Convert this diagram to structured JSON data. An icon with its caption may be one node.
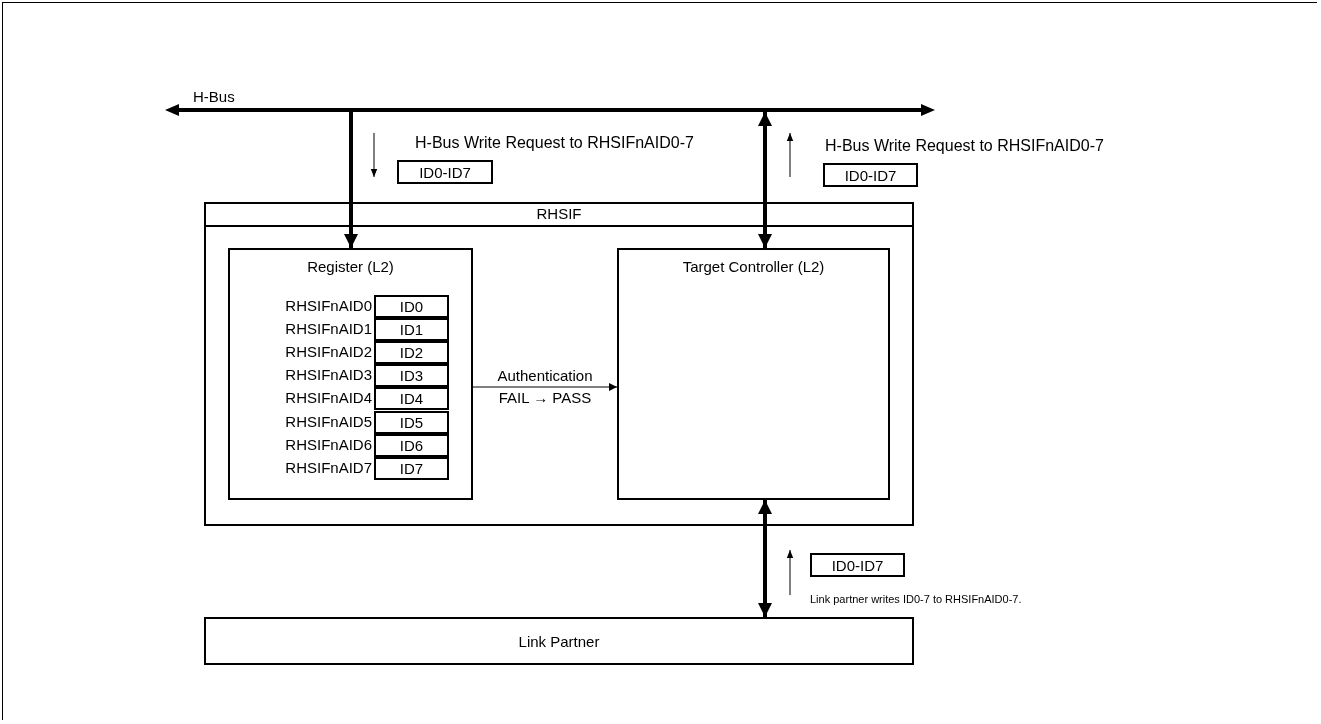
{
  "diagram": {
    "nodes": [
      {
        "text": [
          "H-Bus"
        ]
      },
      {
        "text": [
          "RHSIF"
        ]
      },
      {
        "text": [
          "Register (L2)"
        ],
        "in": 1
      },
      {
        "text": [
          "ID0"
        ],
        "in": 2,
        "beside": [
          "RHSIFnAID0"
        ]
      },
      {
        "text": [
          "ID1"
        ],
        "in": 2,
        "beside": [
          "RHSIFnAID1"
        ]
      },
      {
        "text": [
          "ID2"
        ],
        "in": 2,
        "beside": [
          "RHSIFnAID2"
        ]
      },
      {
        "text": [
          "ID3"
        ],
        "in": 2,
        "beside": [
          "RHSIFnAID3"
        ]
      },
      {
        "text": [
          "ID4"
        ],
        "in": 2,
        "beside": [
          "RHSIFnAID4"
        ]
      },
      {
        "text": [
          "ID5"
        ],
        "in": 2,
        "beside": [
          "RHSIFnAID5"
        ]
      },
      {
        "text": [
          "ID6"
        ],
        "in": 2,
        "beside": [
          "RHSIFnAID6"
        ]
      },
      {
        "text": [
          "ID7"
        ],
        "in": 2,
        "beside": [
          "RHSIFnAID7"
        ]
      },
      {
        "text": [
          "Target Controller (L2)"
        ],
        "in": 1
      },
      {
        "text": [
          "Link Partner"
        ]
      },
      {
        "text": [
          "ID0-ID7"
        ],
        "beside": [
          "H-Bus Write Request to RHSIFnAID0-7"
        ]
      },
      {
        "text": [
          "ID0-ID7"
        ],
        "beside": [
          "H-Bus Write Request to RHSIFnAID0-7"
        ]
      },
      {
        "text": [
          "ID0-ID7"
        ],
        "beside": [
          "Link partner writes ID0-7 to RHSIFnAID0-7."
        ]
      }
    ],
    "edges": [
      {
        "from": 0,
        "to": 2,
        "arrow": "to"
      },
      {
        "from": 11,
        "to": 0,
        "arrow": "both"
      },
      {
        "from": 2,
        "to": 11,
        "arrow": "to",
        "label": "Authentication FAIL → PASS"
      },
      {
        "from": 11,
        "to": 12,
        "arrow": "both"
      }
    ]
  }
}
